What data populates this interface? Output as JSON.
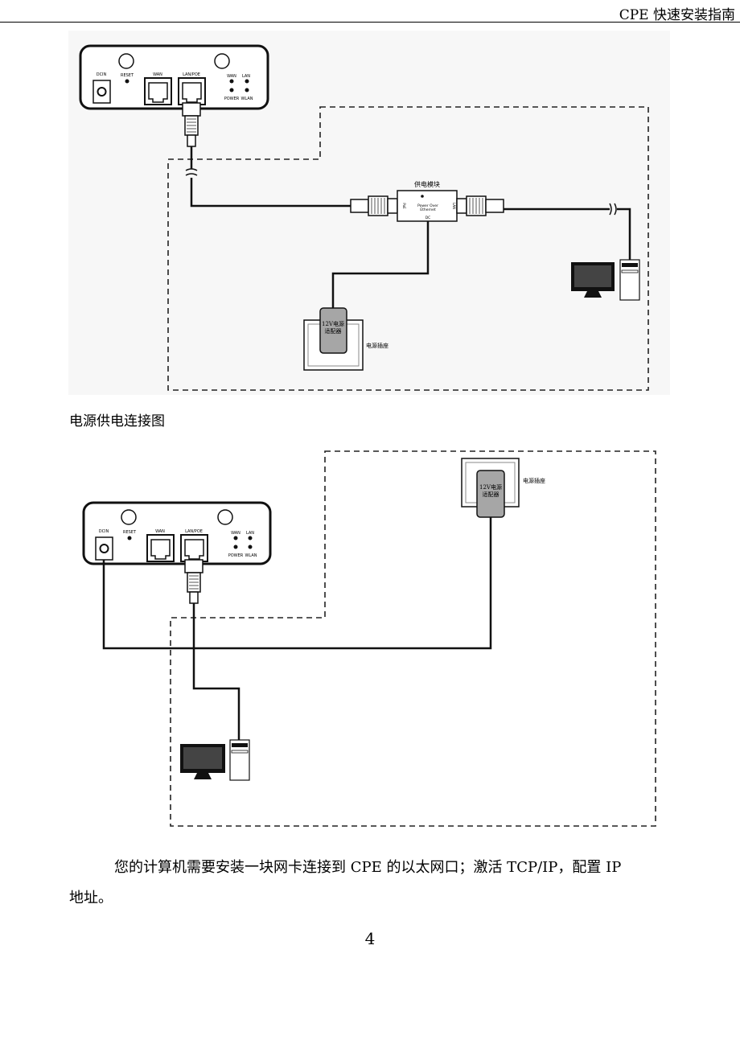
{
  "header": {
    "title": "CPE 快速安装指南"
  },
  "figure1": {
    "caption": "电源供电连接图",
    "device": {
      "dcin": "DCIN",
      "reset": "RESET",
      "wan": "WAN",
      "lan_poe": "LAN/POE",
      "led_wan": "WAN",
      "led_lan": "LAN",
      "led_power": "POWER",
      "led_wlan": "WLAN"
    },
    "poe_module": {
      "title": "供电模块",
      "line1": "Power Over",
      "line2": "Ethernet",
      "dc": "DC",
      "side_left": "PoE",
      "side_right": "LAN"
    },
    "adapter": {
      "line1": "12V电源",
      "line2": "适配器"
    },
    "socket_label": "电源插座"
  },
  "figure2": {
    "device": {
      "dcin": "DCIN",
      "reset": "RESET",
      "wan": "WAN",
      "lan_poe": "LAN/POE",
      "led_wan": "WAN",
      "led_lan": "LAN",
      "led_power": "POWER",
      "led_wlan": "WLAN"
    },
    "adapter": {
      "line1": "12V电源",
      "line2": "适配器"
    },
    "socket_label": "电源插座"
  },
  "body": {
    "line1": "您的计算机需要安装一块网卡连接到 CPE 的以太网口；激活 TCP/IP，配置 IP",
    "line2": "地址。"
  },
  "page_number": "4"
}
